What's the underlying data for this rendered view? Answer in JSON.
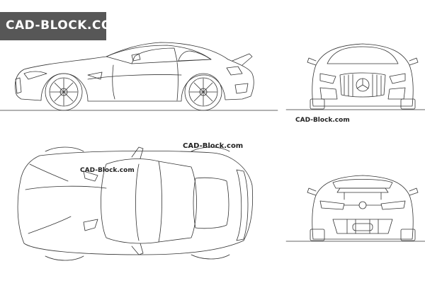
{
  "site_badge": {
    "text": "CAD-BLOCK.COM"
  },
  "watermarks": {
    "front_view": "CAD-Block.com",
    "top_view_upper": "CAD-Block.com",
    "top_view_left": "CAD-Block.com"
  },
  "colors": {
    "badge_bg": "#575757",
    "badge_text": "#ffffff",
    "line": "#333333"
  }
}
